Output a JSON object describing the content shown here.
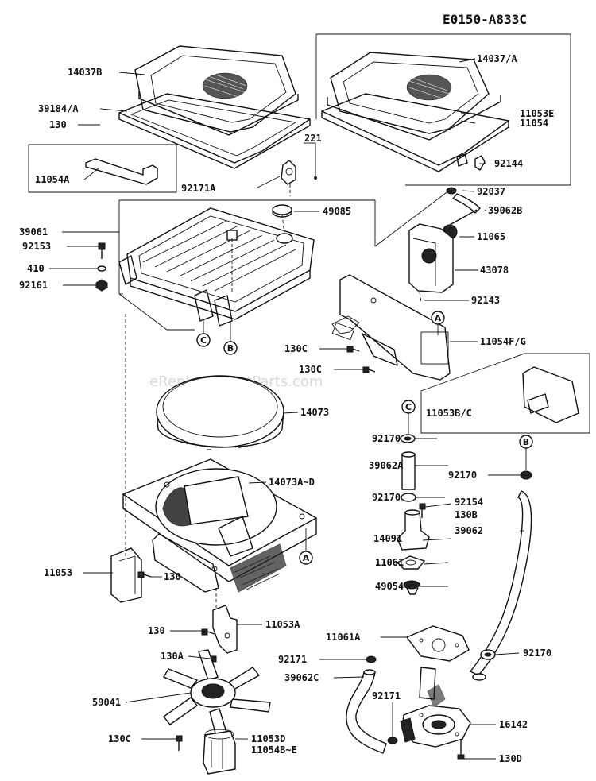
{
  "diagram_code": "E0150-A833C",
  "watermark": "eReplacementParts.com",
  "markers": {
    "a": "A",
    "b": "B",
    "c": "C"
  },
  "parts": {
    "p14037B": "14037B",
    "p14037A": "14037/A",
    "p39184A": "39184/A",
    "p11053E": "11053E",
    "p11054": "11054",
    "p130_a": "130",
    "p221": "221",
    "p11054A": "11054A",
    "p92144": "92144",
    "p92171A": "92171A",
    "p92037": "92037",
    "p49085": "49085",
    "p39062B": "39062B",
    "p39061": "39061",
    "p92153": "92153",
    "p11065": "11065",
    "p410": "410",
    "p43078": "43078",
    "p92161": "92161",
    "p92143": "92143",
    "p11054FG": "11054F/G",
    "p130C_a": "130C",
    "p130C_b": "130C",
    "p14073": "14073",
    "p11053BC": "11053B/C",
    "p92170_a": "92170",
    "p39062A": "39062A",
    "p92170_b": "92170",
    "p14073AD": "14073A~D",
    "p92170_c": "92170",
    "p92154": "92154",
    "p130B": "130B",
    "p14091": "14091",
    "p39062": "39062",
    "p11053": "11053",
    "p130_b": "130",
    "p11061": "11061",
    "p49054": "49054",
    "p130_c": "130",
    "p11053A": "11053A",
    "p11061A": "11061A",
    "p130A": "130A",
    "p92171_a": "92171",
    "p92170_d": "92170",
    "p39062C": "39062C",
    "p59041": "59041",
    "p92171_b": "92171",
    "p16142": "16142",
    "p130C_c": "130C",
    "p11053D": "11053D",
    "p11054BE": "11054B~E",
    "p130D": "130D"
  }
}
